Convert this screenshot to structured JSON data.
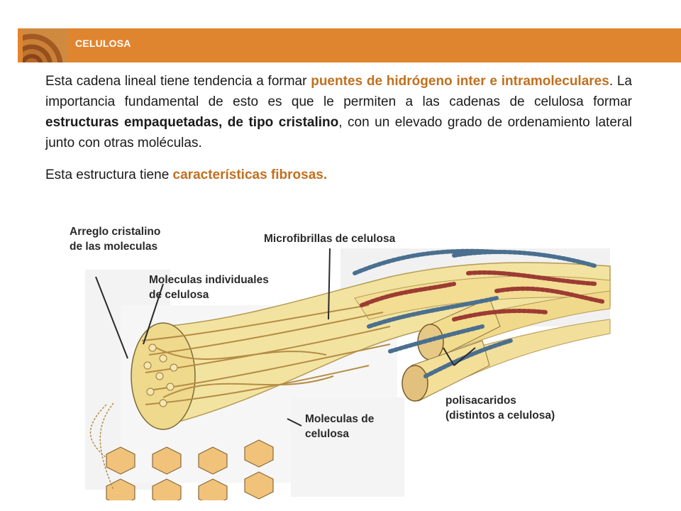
{
  "header": {
    "title": "CELULOSA"
  },
  "paragraph1": {
    "t1": "Esta cadena lineal tiene tendencia a formar ",
    "h1": "puentes de hidrógeno inter e intramoleculares",
    "t2": ". La importancia fundamental de esto es que le permiten a las cadenas de celulosa formar ",
    "b1": "estructuras empaquetadas, de tipo cristalino",
    "t3": ", con un elevado grado de ordenamiento lateral junto con otras moléculas."
  },
  "paragraph2": {
    "t1": "Esta estructura tiene ",
    "h1": "características fibrosas."
  },
  "figure": {
    "labels": {
      "arreglo_1": "Arreglo cristalino",
      "arreglo_2": "de las moleculas",
      "microfibrillas": "Microfibrillas de celulosa",
      "individuales_1": "Moleculas individuales",
      "individuales_2": "de celulosa",
      "moleculas_1": "Moleculas de",
      "moleculas_2": "celulosa",
      "polisacaridos_1": "polisacaridos",
      "polisacaridos_2": "(distintos a celulosa)"
    }
  },
  "colors": {
    "accent": "#e0852f",
    "highlight": "#c0701f",
    "fiber": "#f3e3a0",
    "blue_chain": "#4a6f8f",
    "red_chain": "#9c3b33"
  }
}
